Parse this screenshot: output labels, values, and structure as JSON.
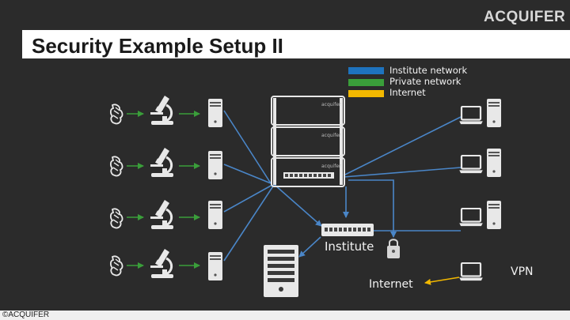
{
  "slide": {
    "title": "Security Example Setup II",
    "logo": "ACQUIFER",
    "copyright": "©ACQUIFER"
  },
  "legend": [
    {
      "label": "Institute network",
      "color": "#1e73be"
    },
    {
      "label": "Private network",
      "color": "#3a9e3a"
    },
    {
      "label": "Internet",
      "color": "#f2b800"
    }
  ],
  "diagram": {
    "rack_unit_label": "acquifer",
    "rack_switch_label": "acquifer",
    "institute_label": "Institute",
    "internet_label": "Internet",
    "vpn_label": "VPN"
  },
  "colors": {
    "background": "#2b2b2b",
    "institute": "#4a86c8",
    "private": "#3a9e3a",
    "internet": "#f2b800",
    "device": "#e8e8e8"
  }
}
